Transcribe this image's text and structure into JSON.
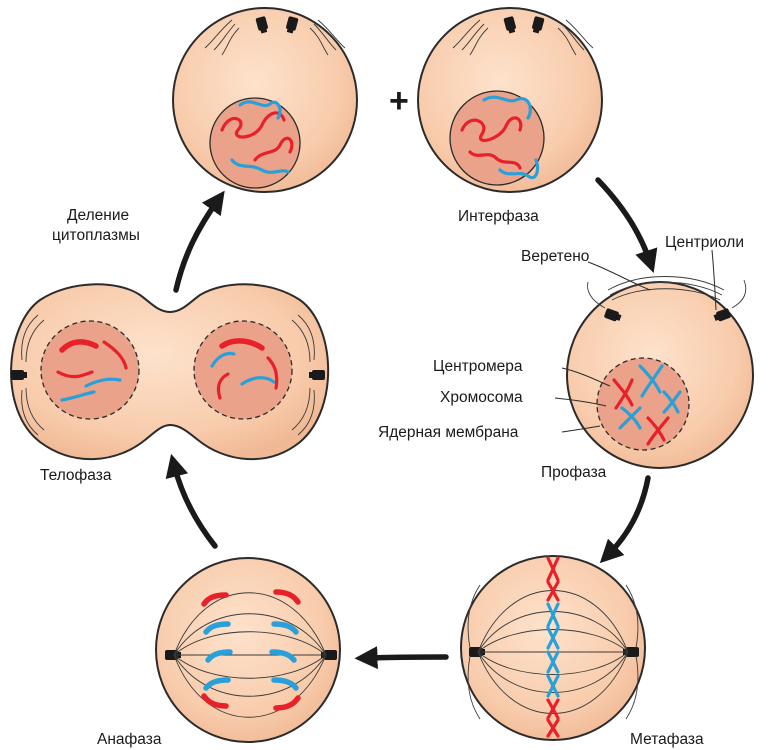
{
  "labels": {
    "interphase": "Интерфаза",
    "prophase": "Профаза",
    "metaphase": "Метафаза",
    "anaphase": "Анафаза",
    "telophase": "Телофаза",
    "cytokinesis_line1": "Деление",
    "cytokinesis_line2": "цитоплазмы",
    "spindle": "Веретено",
    "centrioles": "Центриоли",
    "centromere": "Центромера",
    "chromosome": "Хромосома",
    "nuclear_membrane": "Ядерная мембрана",
    "plus": "+"
  },
  "colors": {
    "cell_fill": "#f8ccac",
    "nucleus_fill": "#eba28a",
    "chromosome_red": "#e8202a",
    "chromosome_blue": "#2aa0d8",
    "outline": "#2b2b2b"
  },
  "icons": {
    "centriole": "centriole-pair-icon",
    "cycle_arrow": "curved-arrow-icon"
  }
}
